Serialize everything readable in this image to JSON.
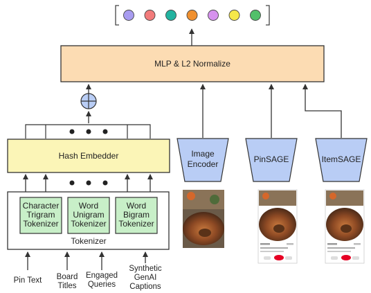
{
  "output_embedding": {
    "dot_colors": [
      "#a89cf0",
      "#f27b7b",
      "#22b3a0",
      "#f0902f",
      "#d692ee",
      "#f6e84a",
      "#52c06a"
    ]
  },
  "mlp_block": {
    "label": "MLP & L2 Normalize"
  },
  "hash_embedder": {
    "label": "Hash Embedder"
  },
  "tokenizer": {
    "label": "Tokenizer",
    "sub_tokenizers": [
      {
        "lines": [
          "Character",
          "Trigram",
          "Tokenizer"
        ]
      },
      {
        "lines": [
          "Word",
          "Unigram",
          "Tokenizer"
        ]
      },
      {
        "lines": [
          "Word",
          "Bigram",
          "Tokenizer"
        ]
      }
    ]
  },
  "text_inputs": [
    {
      "lines": [
        "Pin Text"
      ]
    },
    {
      "lines": [
        "Board",
        "Titles"
      ]
    },
    {
      "lines": [
        "Engaged",
        "Queries"
      ]
    },
    {
      "lines": [
        "Synthetic",
        "GenAI",
        "Captions"
      ]
    }
  ],
  "encoders": [
    {
      "lines": [
        "Image",
        "Encoder"
      ]
    },
    {
      "lines": [
        "PinSAGE"
      ]
    },
    {
      "lines": [
        "ItemSAGE"
      ]
    }
  ],
  "colors": {
    "mlp_fill": "#fcdcb3",
    "embedder_fill": "#fbf5b7",
    "tokenizer_fill": "#c8efc8",
    "encoder_fill": "#b9cdf5",
    "stroke": "#333333"
  }
}
